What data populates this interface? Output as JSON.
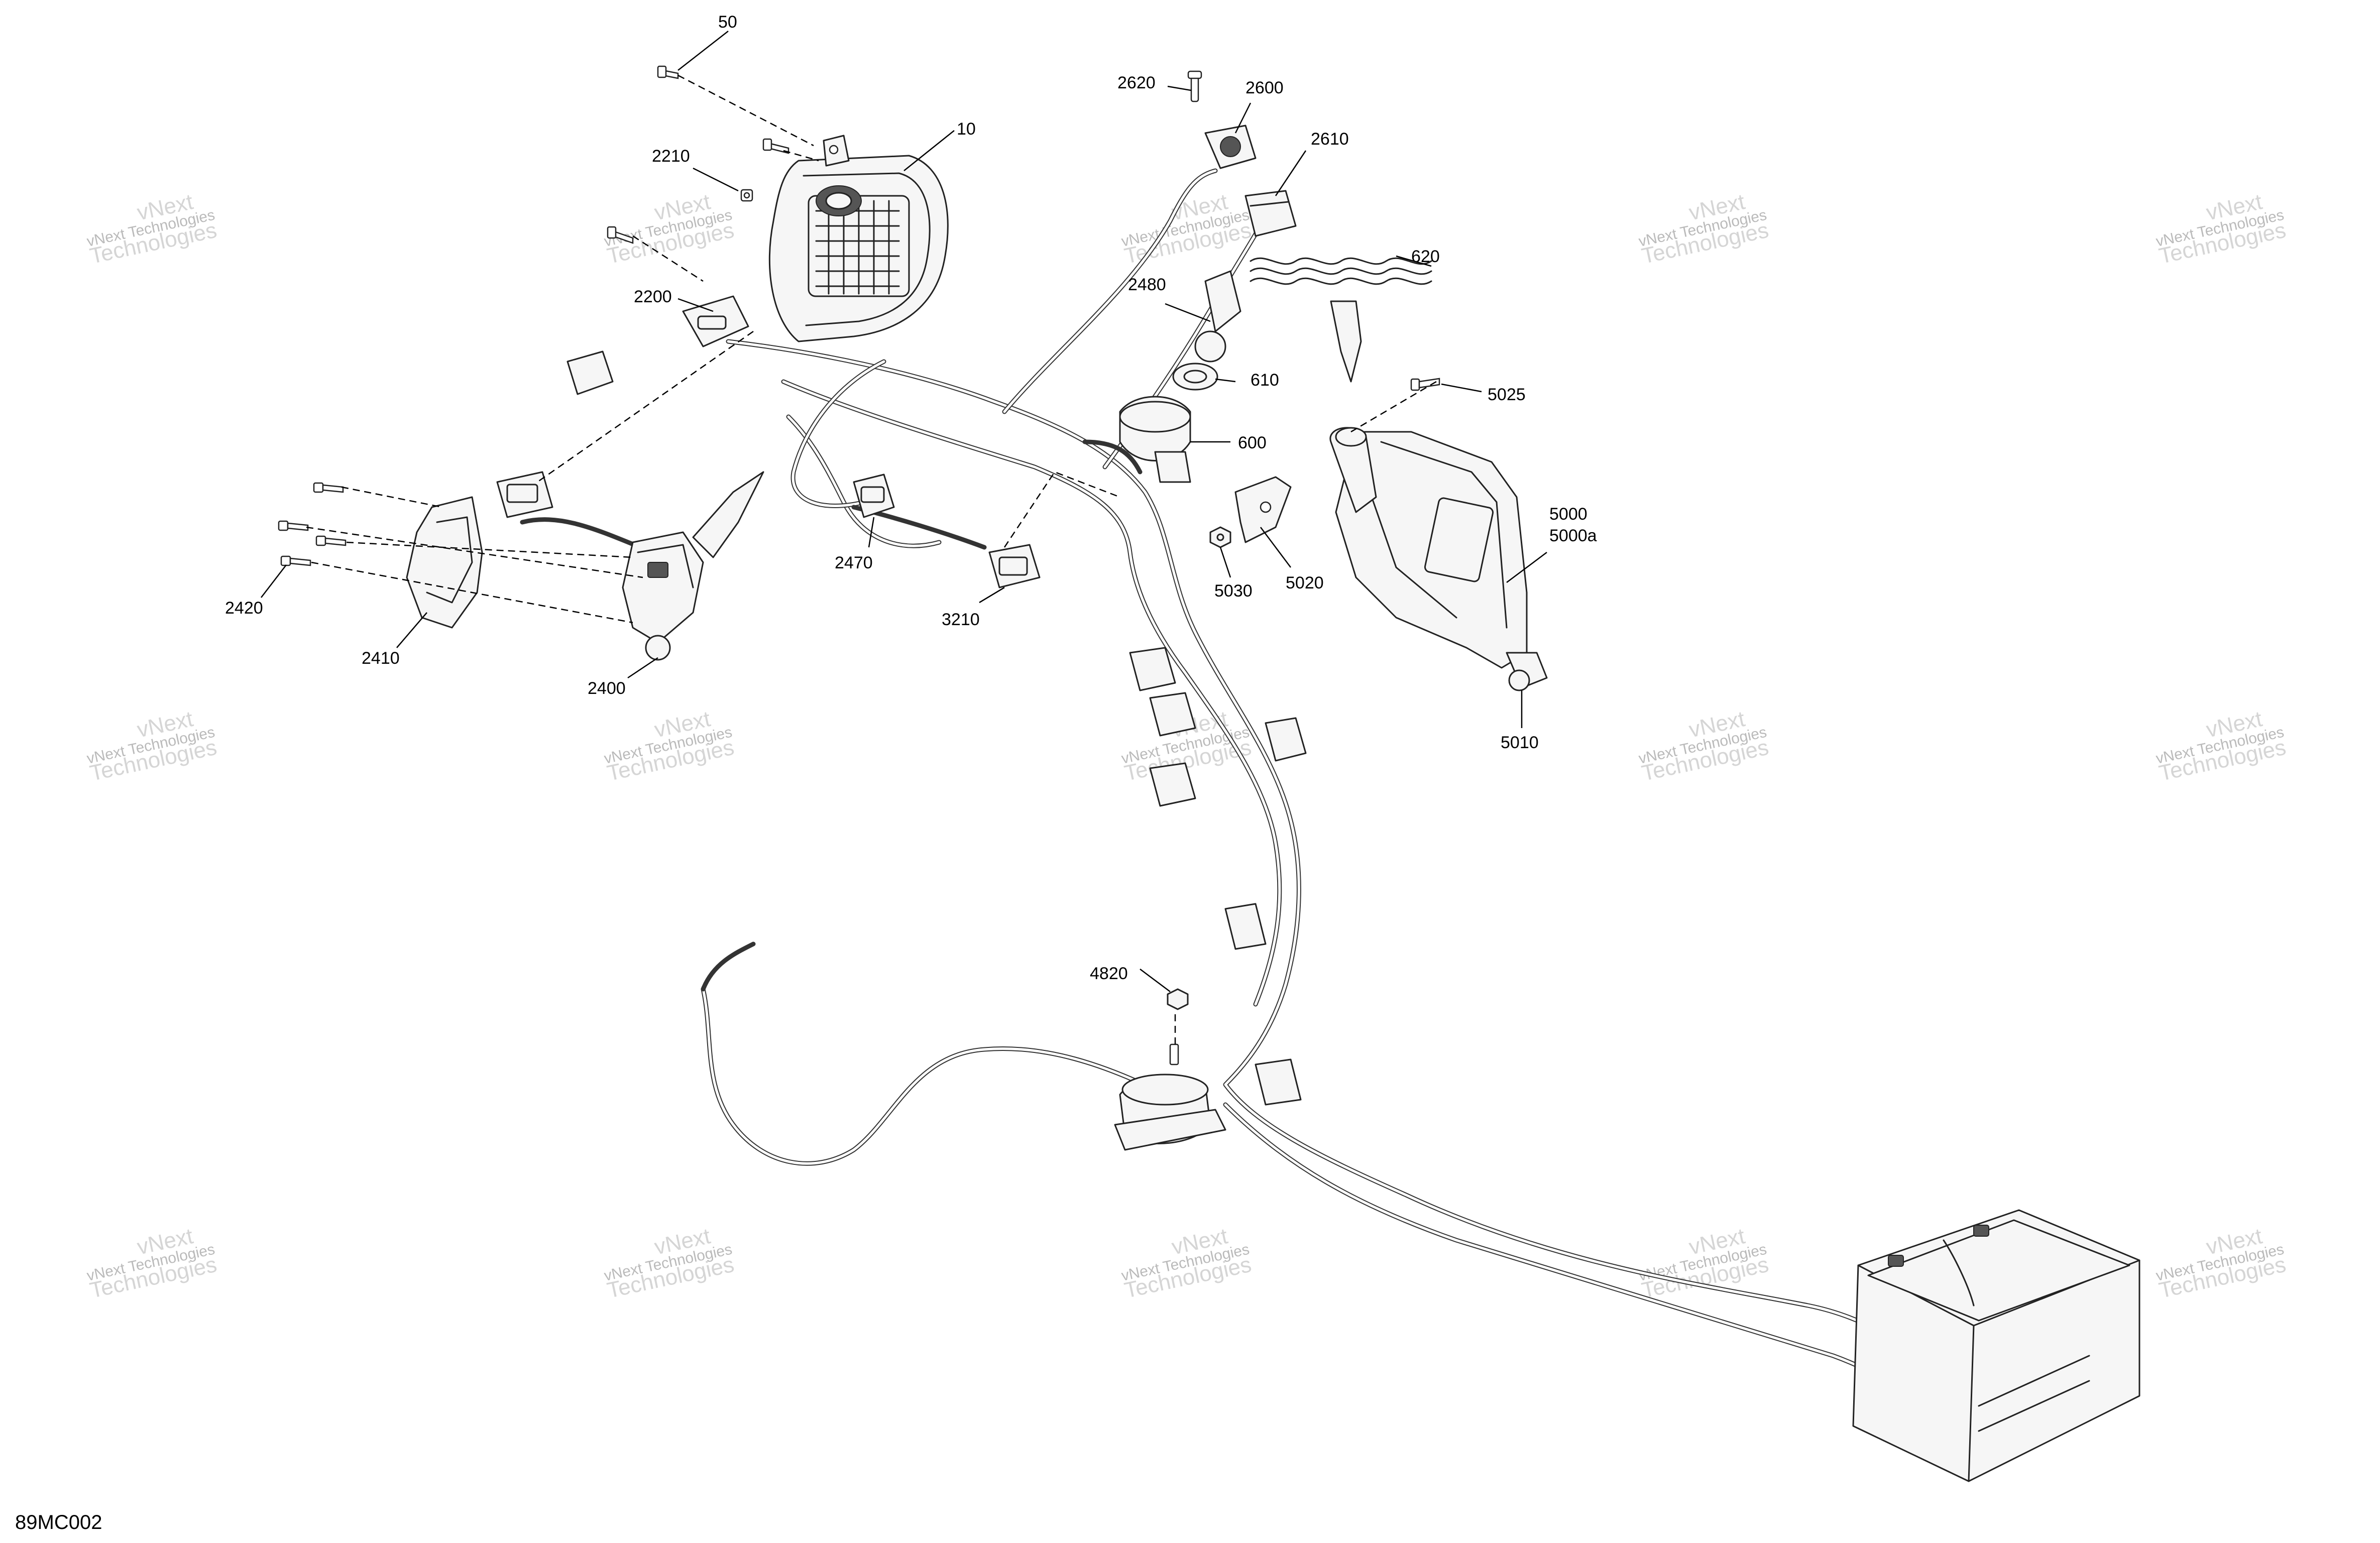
{
  "diagram": {
    "code": "89MC002",
    "callouts": [
      {
        "id": "c-50",
        "label": "50"
      },
      {
        "id": "c-10",
        "label": "10"
      },
      {
        "id": "c-2210",
        "label": "2210"
      },
      {
        "id": "c-2200",
        "label": "2200"
      },
      {
        "id": "c-2620",
        "label": "2620"
      },
      {
        "id": "c-2600",
        "label": "2600"
      },
      {
        "id": "c-2610",
        "label": "2610"
      },
      {
        "id": "c-620",
        "label": "620"
      },
      {
        "id": "c-2480",
        "label": "2480"
      },
      {
        "id": "c-610",
        "label": "610"
      },
      {
        "id": "c-600",
        "label": "600"
      },
      {
        "id": "c-5025",
        "label": "5025"
      },
      {
        "id": "c-5000",
        "label": "5000"
      },
      {
        "id": "c-5000a",
        "label": "5000a"
      },
      {
        "id": "c-5020",
        "label": "5020"
      },
      {
        "id": "c-5030",
        "label": "5030"
      },
      {
        "id": "c-5010",
        "label": "5010"
      },
      {
        "id": "c-2470",
        "label": "2470"
      },
      {
        "id": "c-3210",
        "label": "3210"
      },
      {
        "id": "c-2420",
        "label": "2420"
      },
      {
        "id": "c-2410",
        "label": "2410"
      },
      {
        "id": "c-2400",
        "label": "2400"
      },
      {
        "id": "c-4820",
        "label": "4820"
      }
    ]
  },
  "watermark": {
    "line1": "vNext Technologies",
    "line2a": "vNext",
    "line2b": "Technologies"
  }
}
